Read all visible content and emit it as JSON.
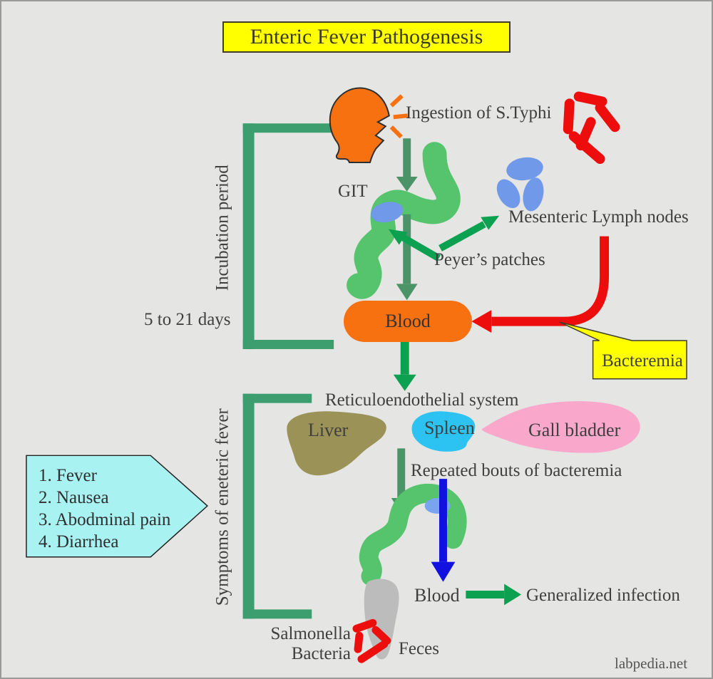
{
  "title": "Enteric Fever Pathogenesis",
  "labels": {
    "ingestion": "Ingestion of S.Typhi",
    "git": "GIT",
    "mesenteric": "Mesenteric Lymph nodes",
    "peyers": "Peyer’s patches",
    "incubation_bracket": "Incubation period",
    "incubation_duration": "5 to 21 days",
    "blood1": "Blood",
    "bacteremia": "Bacteremia",
    "res": "Reticuloendothelial system",
    "liver": "Liver",
    "spleen": "Spleen",
    "gallbladder": "Gall bladder",
    "repeated": "Repeated bouts of bacteremia",
    "blood2": "Blood",
    "generalized": "Generalized infection",
    "symptoms_bracket": "Symptoms of eneteric fever",
    "salmonella_line1": "Salmonella",
    "salmonella_line2": "Bacteria",
    "feces": "Feces",
    "watermark": "labpedia.net"
  },
  "symptoms": {
    "items": [
      "1. Fever",
      "2. Nausea",
      "3. Abodminal pain",
      "4. Diarrhea"
    ]
  },
  "colors": {
    "background": "#e5e5e4",
    "title_bg": "#ffff00",
    "bracket_green": "#3c9e6e",
    "arrow_dark_green": "#4a9468",
    "arrow_bright_green": "#0ca150",
    "intestine_green": "#55c46c",
    "organ_orange": "#f87111",
    "lymph_blue": "#7199ea",
    "spleen_cyan": "#2cc3f2",
    "gallbladder_pink": "#f9a8cc",
    "liver_olive": "#9b9257",
    "feces_gray": "#bcbcbc",
    "bacteria_red": "#ee0d0d",
    "arrow_blue": "#1212e0",
    "symptoms_box_cyan": "#a8f2f1"
  }
}
